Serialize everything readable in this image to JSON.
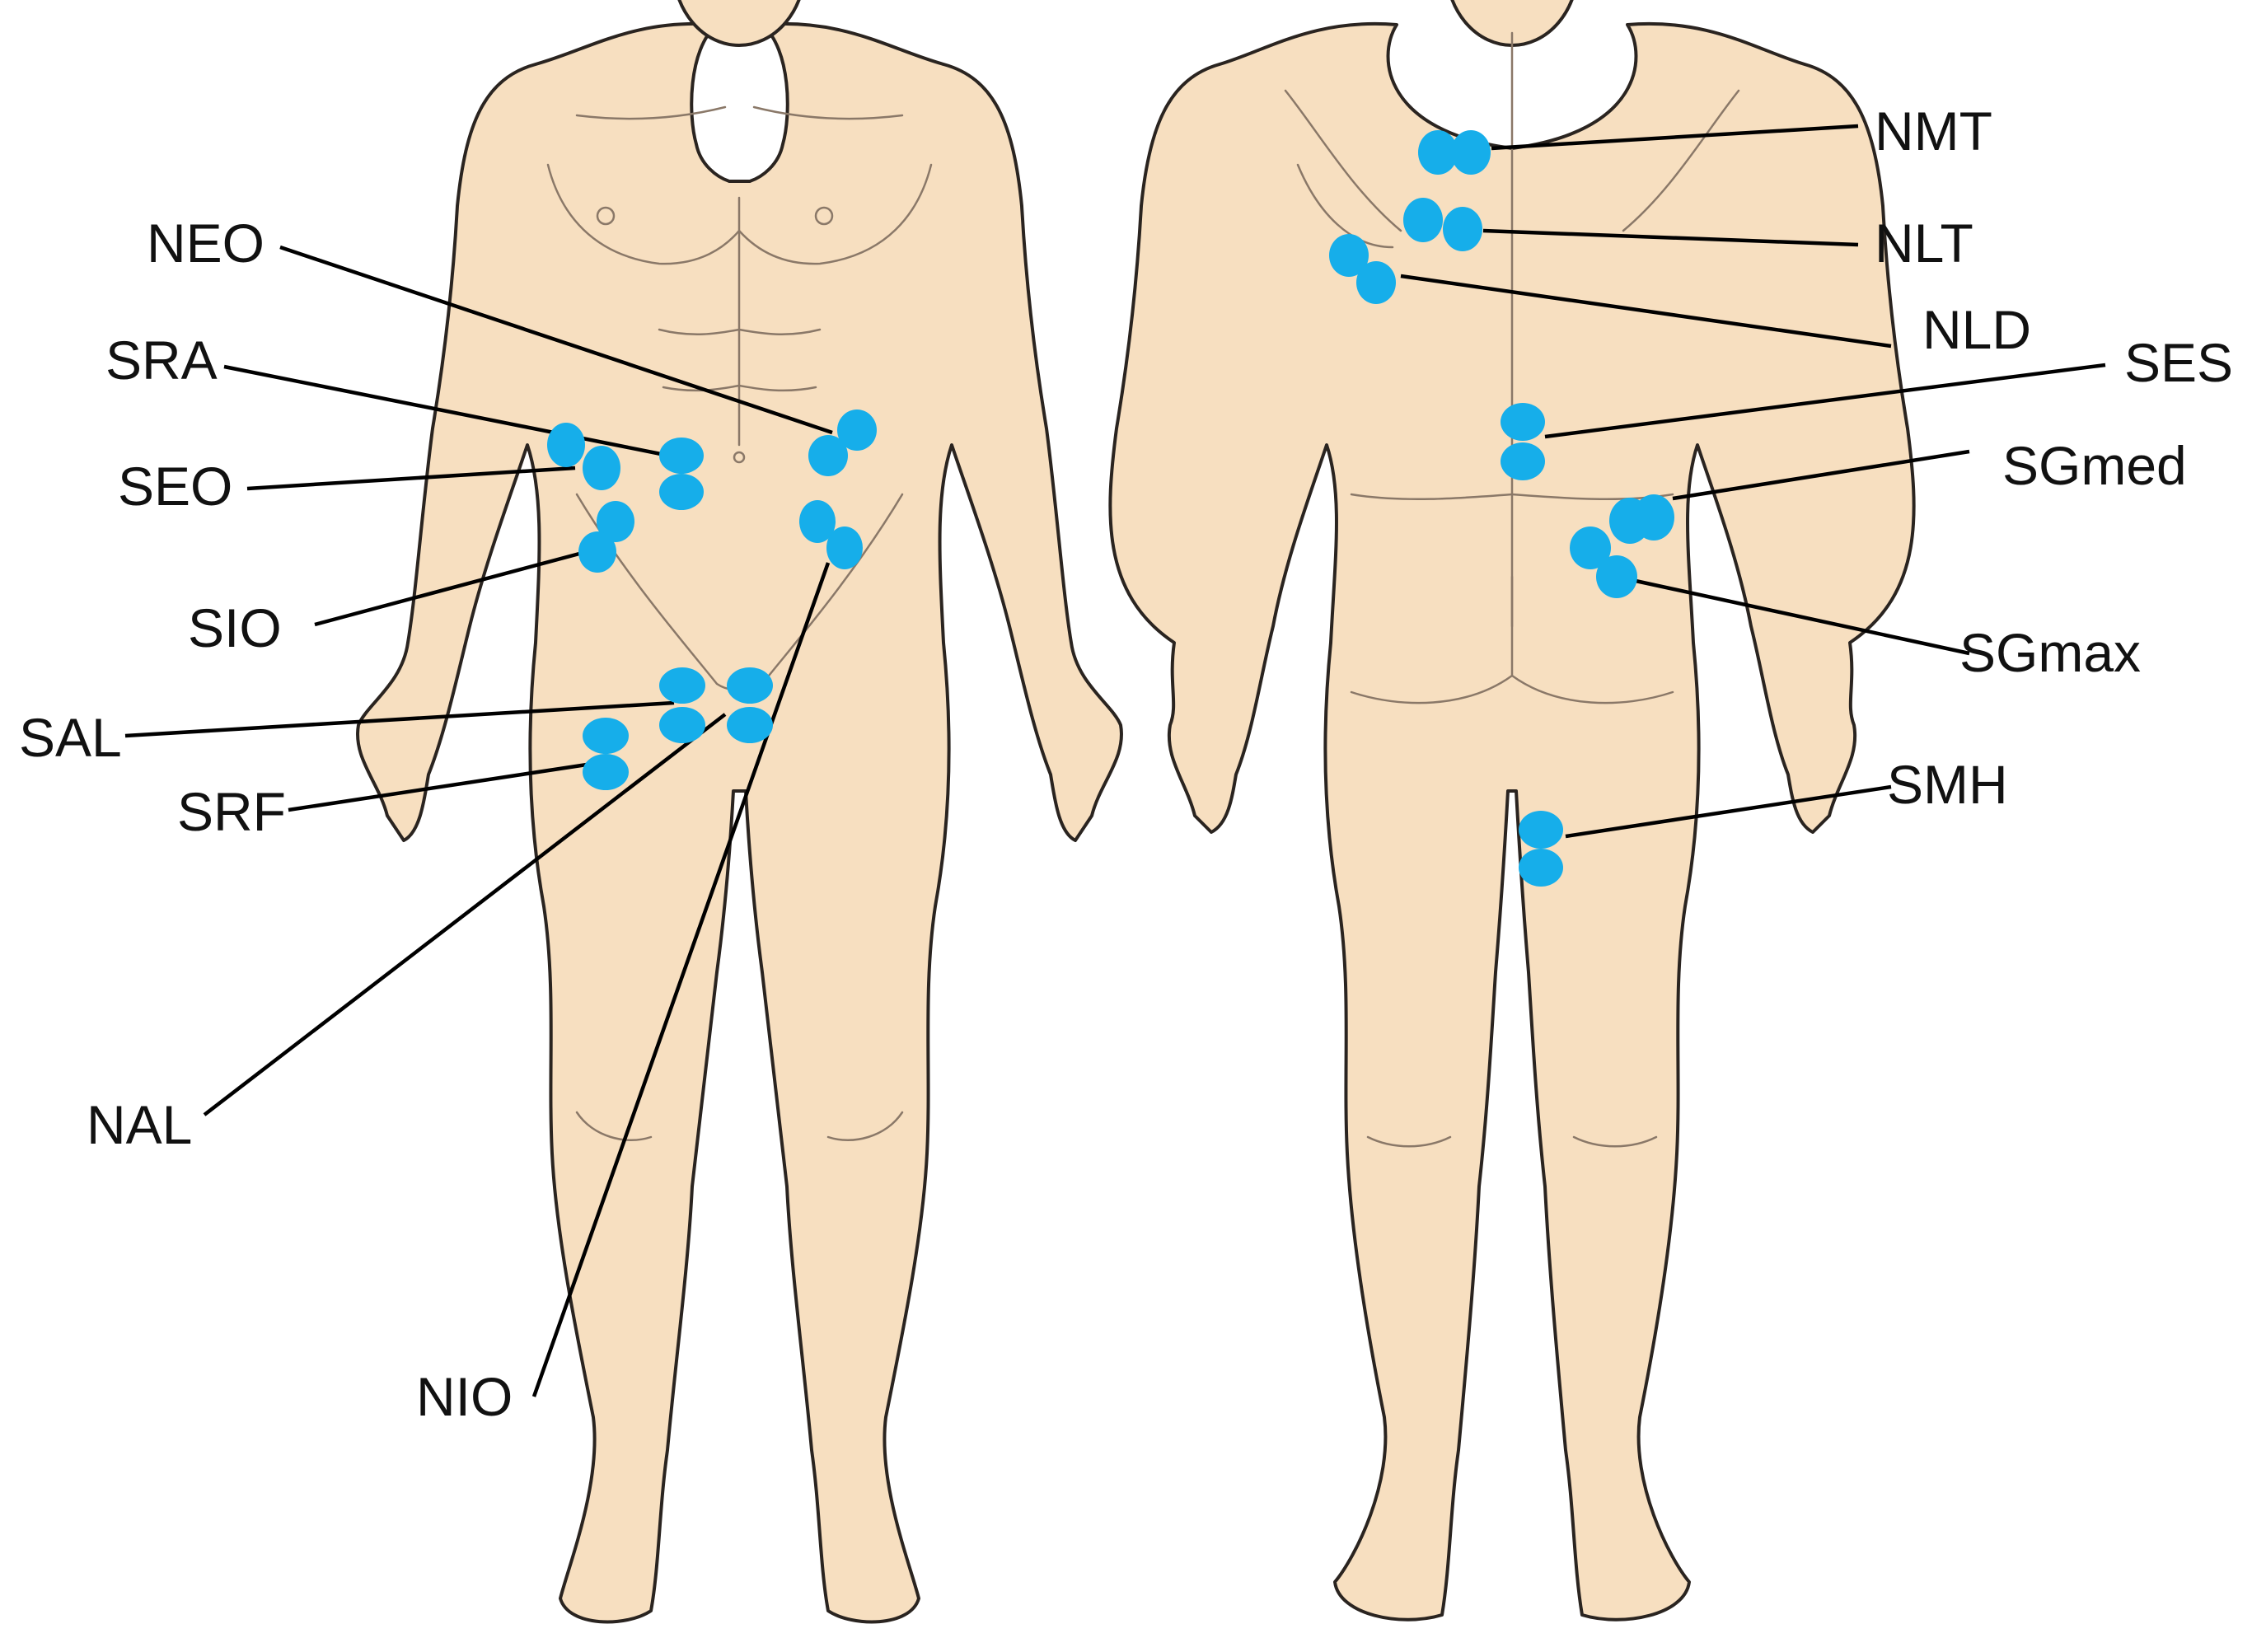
{
  "colors": {
    "skin": "#F7DFC0",
    "outline": "#2a2420",
    "detail": "#8a7868",
    "electrode": "#16AEEA",
    "leader": "#000000",
    "background": "#FFFFFF"
  },
  "views": {
    "front": {
      "labels": {
        "neo": "NEO",
        "sra": "SRA",
        "seo": "SEO",
        "sio": "SIO",
        "sal": "SAL",
        "srf": "SRF",
        "nal": "NAL",
        "nio": "NIO"
      }
    },
    "back": {
      "labels": {
        "nmt": "NMT",
        "nlt": "NLT",
        "nld": "NLD",
        "ses": "SES",
        "sgmed": "SGmed",
        "sgmax": "SGmax",
        "smh": "SMH"
      }
    }
  }
}
